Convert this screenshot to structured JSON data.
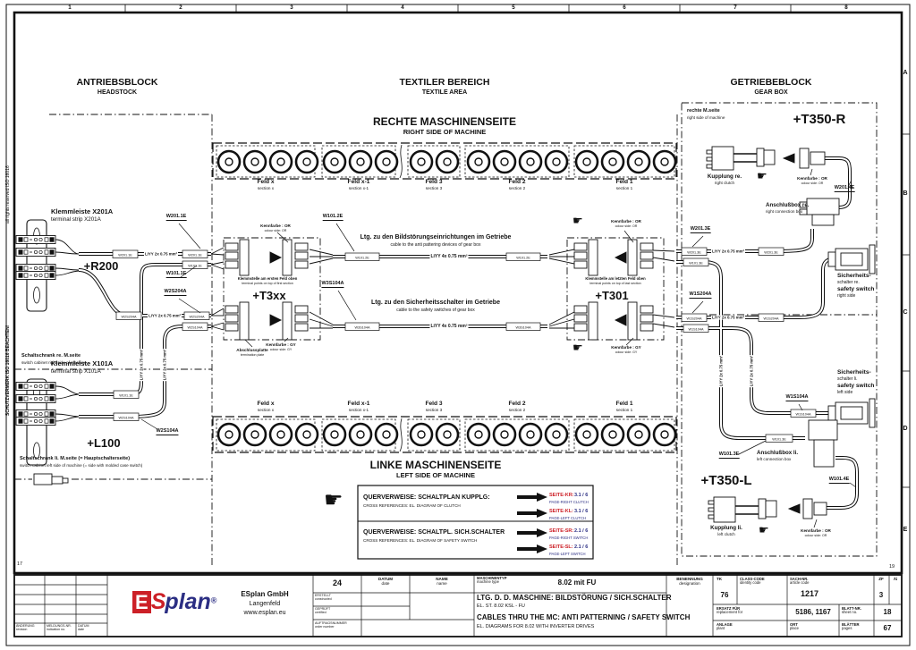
{
  "frame": {
    "columns": [
      "1",
      "2",
      "3",
      "4",
      "5",
      "6",
      "7",
      "8"
    ],
    "rows": [
      "A",
      "B",
      "C",
      "D",
      "E"
    ],
    "corner_left": "17",
    "corner_right": "19",
    "iso_note_top": "all rights reserved ISO 16016",
    "iso_note_bottom": "SCHUTZVERMERK ISO 16016 BEACHTEN!"
  },
  "headings": {
    "antriebsblock": {
      "de": "ANTRIEBSBLOCK",
      "en": "HEADSTOCK"
    },
    "textiler": {
      "de": "TEXTILER BEREICH",
      "en": "TEXTILE AREA"
    },
    "getriebeblock": {
      "de": "GETRIEBEBLOCK",
      "en": "GEAR BOX"
    },
    "rechte": {
      "de": "RECHTE MASCHINENSEITE",
      "en": "RIGHT SIDE OF MACHINE"
    },
    "linke": {
      "de": "LINKE MASCHINENSEITE",
      "en": "LEFT SIDE OF MACHINE"
    }
  },
  "fields": [
    {
      "de": "Feld x",
      "en": "section x",
      "spindles": 4
    },
    {
      "de": "Feld x-1",
      "en": "section x-1",
      "spindles": 3
    },
    {
      "de": "Feld 3",
      "en": "section 3",
      "spindles": 2
    },
    {
      "de": "Feld 2",
      "en": "section 2",
      "spindles": 4
    },
    {
      "de": "Feld 1",
      "en": "section 1",
      "spindles": 4
    }
  ],
  "left": {
    "x201a": {
      "de": "Klemmleiste X201A",
      "en": "terminal strip X201A"
    },
    "r200": "+R200",
    "schrank_re": {
      "de": "Schaltschrank re. M.seite",
      "en": "switch cabinet right side of machine"
    },
    "x101a": {
      "de": "Klemmleiste X101A",
      "en": "terminal strip X101A"
    },
    "l100": "+L100",
    "schrank_li": {
      "de": "Schaltschrank li. M.seite (= Hauptschalterseite)",
      "en": "switch cabinet left side of machine (= side with molded case switch)"
    }
  },
  "cables": {
    "w201_1e": "W201.1E",
    "w101_1e": "W101.1E",
    "w2s204a": "W2S204A",
    "w2s104a": "W2S104A",
    "w101_2e": "W101.2E",
    "w3s104a": "W3S104A",
    "w201_3e": "W201.3E",
    "w1s204a": "W1S204A",
    "w1s104a": "W1S104A",
    "w101_3e": "W101.3E",
    "w201_4e": "W201.4E",
    "w101_4e": "W101.4E",
    "spec2": "LiYY 2x 0.75 mm²",
    "spec4": "LiYY 4x 0.75 mm²"
  },
  "mid": {
    "t3xx": "+T3xx",
    "t301": "+T301",
    "kennfarbe_or": {
      "de": "Kennfarbe : OR",
      "en": "colour side: OR"
    },
    "kennfarbe_gy": {
      "de": "Kennfarbe : GY",
      "en": "colour side: GY"
    },
    "klemm_first": {
      "de": "Klemmstelle am ersten Feld oben",
      "en": "terminal points on top of first section"
    },
    "klemm_last": {
      "de": "Klemmstelle am letzten Feld oben",
      "en": "terminal points on top of last section"
    },
    "abschluss": {
      "de": "Abschlussplatte",
      "en": "termination plate"
    },
    "cable_top": {
      "de": "Ltg. zu den Bildstörungseinrichtungen im Getriebe",
      "en": "cable to the anti pattering devices of gear box"
    },
    "cable_bot": {
      "de": "Ltg. zu den Sicherheitsschalter im Getriebe",
      "en": "cable to the safety switches of gear box"
    }
  },
  "right": {
    "mseite": {
      "de": "rechte M.seite",
      "en": "right side of machine"
    },
    "t350r": "+T350-R",
    "t350l": "+T350-L",
    "kupplung_re": {
      "de": "Kupplung re.",
      "en": "right clutch"
    },
    "kupplung_li": {
      "de": "Kupplung li.",
      "en": "left clutch"
    },
    "box_re": {
      "de": "Anschlußbox re.",
      "en": "right connection box"
    },
    "box_li": {
      "de": "Anschlußbox li.",
      "en": "left connection box"
    },
    "switch_re": {
      "de": "Sicherheits-",
      "de2": "schalter re.",
      "en": "safety switch",
      "en2": "right side"
    },
    "switch_li": {
      "de": "Sicherheits-",
      "de2": "schalter li.",
      "en": "safety switch",
      "en2": "left side"
    },
    "kennfarbe_or": {
      "de": "Kennfarbe : OR",
      "en": "colour side: OR"
    }
  },
  "legend": {
    "row1": {
      "de": "QUERVERWEISE: SCHALTPLAN KUPPLG:",
      "en": "CROSS REFERENCES: EL. DIAGRAM OF CLUTCH"
    },
    "row2": {
      "de": "QUERVERWEISE: SCHALTPL. SICH.SCHALTER",
      "en": "CROSS REFERENCES: EL. DIAGRAM OF SAFETY SWITCH"
    },
    "refs": [
      {
        "label": "SEITE-KR:",
        "value": "3.1 / 6",
        "sub": "PAGE-RIGHT CLUTCH"
      },
      {
        "label": "SEITE-KL:",
        "value": "3.1 / 6",
        "sub": "PAGE-LEFT CLUTCH"
      },
      {
        "label": "SEITE-SR:",
        "value": "2.1 / 6",
        "sub": "PAGE-RIGHT SWITCH"
      },
      {
        "label": "SEITE-SL:",
        "value": "2.1 / 6",
        "sub": "PAGE-LEFT SWITCH"
      }
    ]
  },
  "titleblock": {
    "logo": {
      "text_e": "E",
      "text_s": "S",
      "text_plan": "plan",
      "reg": "®",
      "company": "ESplan GmbH",
      "city": "Langenfeld",
      "web": "www.esplan.eu"
    },
    "rev_headers": [
      {
        "de": "ÄNDERUNG",
        "en": "revision"
      },
      {
        "de": "MELDUNGS-NR.",
        "en": "indication no."
      },
      {
        "de": "DATUM",
        "en": "date"
      }
    ],
    "num24": "24",
    "datum": {
      "de": "DATUM",
      "en": "date"
    },
    "name": {
      "de": "NAME",
      "en": "name"
    },
    "erstellt": {
      "de": "ERSTELLT",
      "en": "constructed"
    },
    "geprueft": {
      "de": "GEPRÜFT",
      "en": "certified"
    },
    "auftrag": {
      "de": "AUFTRAGSNUMMER",
      "en": "order number"
    },
    "maschinentyp": {
      "de": "MASCHINENTYP",
      "en": "machine type",
      "value": "8.02 mit FU"
    },
    "title_de": "LTG. D. D. MASCHINE: BILDSTÖRUNG  / SICH.SCHALTER",
    "title_de_sub": "EL. ST. 8.02 KSL - FU",
    "title_en": "CABLES THRU THE MC: ANTI PATTERNING / SAFETY SWITCH",
    "title_en_sub": "EL. DIAGRAMS FOR 8.02 WITH INVERTER DRIVES",
    "benennung": {
      "de": "BENENNUNG",
      "en": "designation"
    },
    "tk": {
      "label": "TK",
      "value": "76"
    },
    "class_code": {
      "de": "CLASS-CODE",
      "en": "identity code"
    },
    "sach_nr": {
      "de": "SACH-NR.",
      "en": "article code",
      "value": "1217"
    },
    "zf": {
      "label": "ZF",
      "value": "3"
    },
    "ai": {
      "label": "Äi"
    },
    "ersatz": {
      "de": "ERSATZ FÜR",
      "en": "replacement for",
      "value": "5186, 1167"
    },
    "blatt": {
      "de": "BLATT-NR.",
      "en": "sheet no.",
      "value": "18"
    },
    "anlage": {
      "de": "ANLAGE",
      "en": "plant"
    },
    "ort": {
      "de": "ORT",
      "en": "place"
    },
    "blaetter": {
      "de": "BLÄTTER",
      "en": "pages",
      "value": "67"
    }
  },
  "colors": {
    "red": "#cc2027",
    "blue": "#2b2e83",
    "black": "#111111"
  }
}
